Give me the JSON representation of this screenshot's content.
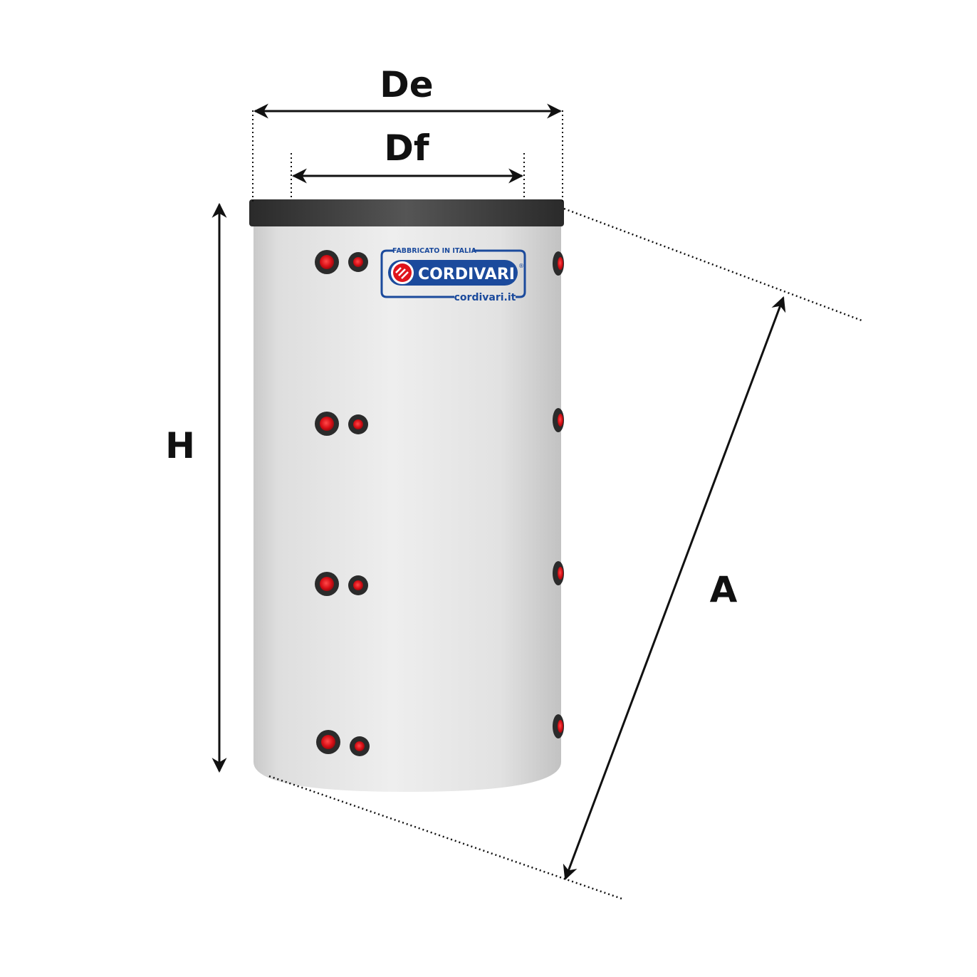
{
  "dimensions": {
    "external_diameter": "De",
    "internal_diameter": "Df",
    "height": "H",
    "diagonal": "A"
  },
  "logo": {
    "made_in": "FABBRICATO IN ITALIA",
    "brand": "CORDIVARI",
    "registered": "®",
    "url": "cordivari.it"
  },
  "colors": {
    "tank_body": "#e6e6e6",
    "tank_top": "#3a3a3a",
    "port_red": "#e0141b",
    "brand_blue": "#1b4a9c",
    "line": "#111111"
  },
  "ports": {
    "left_rows": 4,
    "right_rows": 4
  }
}
